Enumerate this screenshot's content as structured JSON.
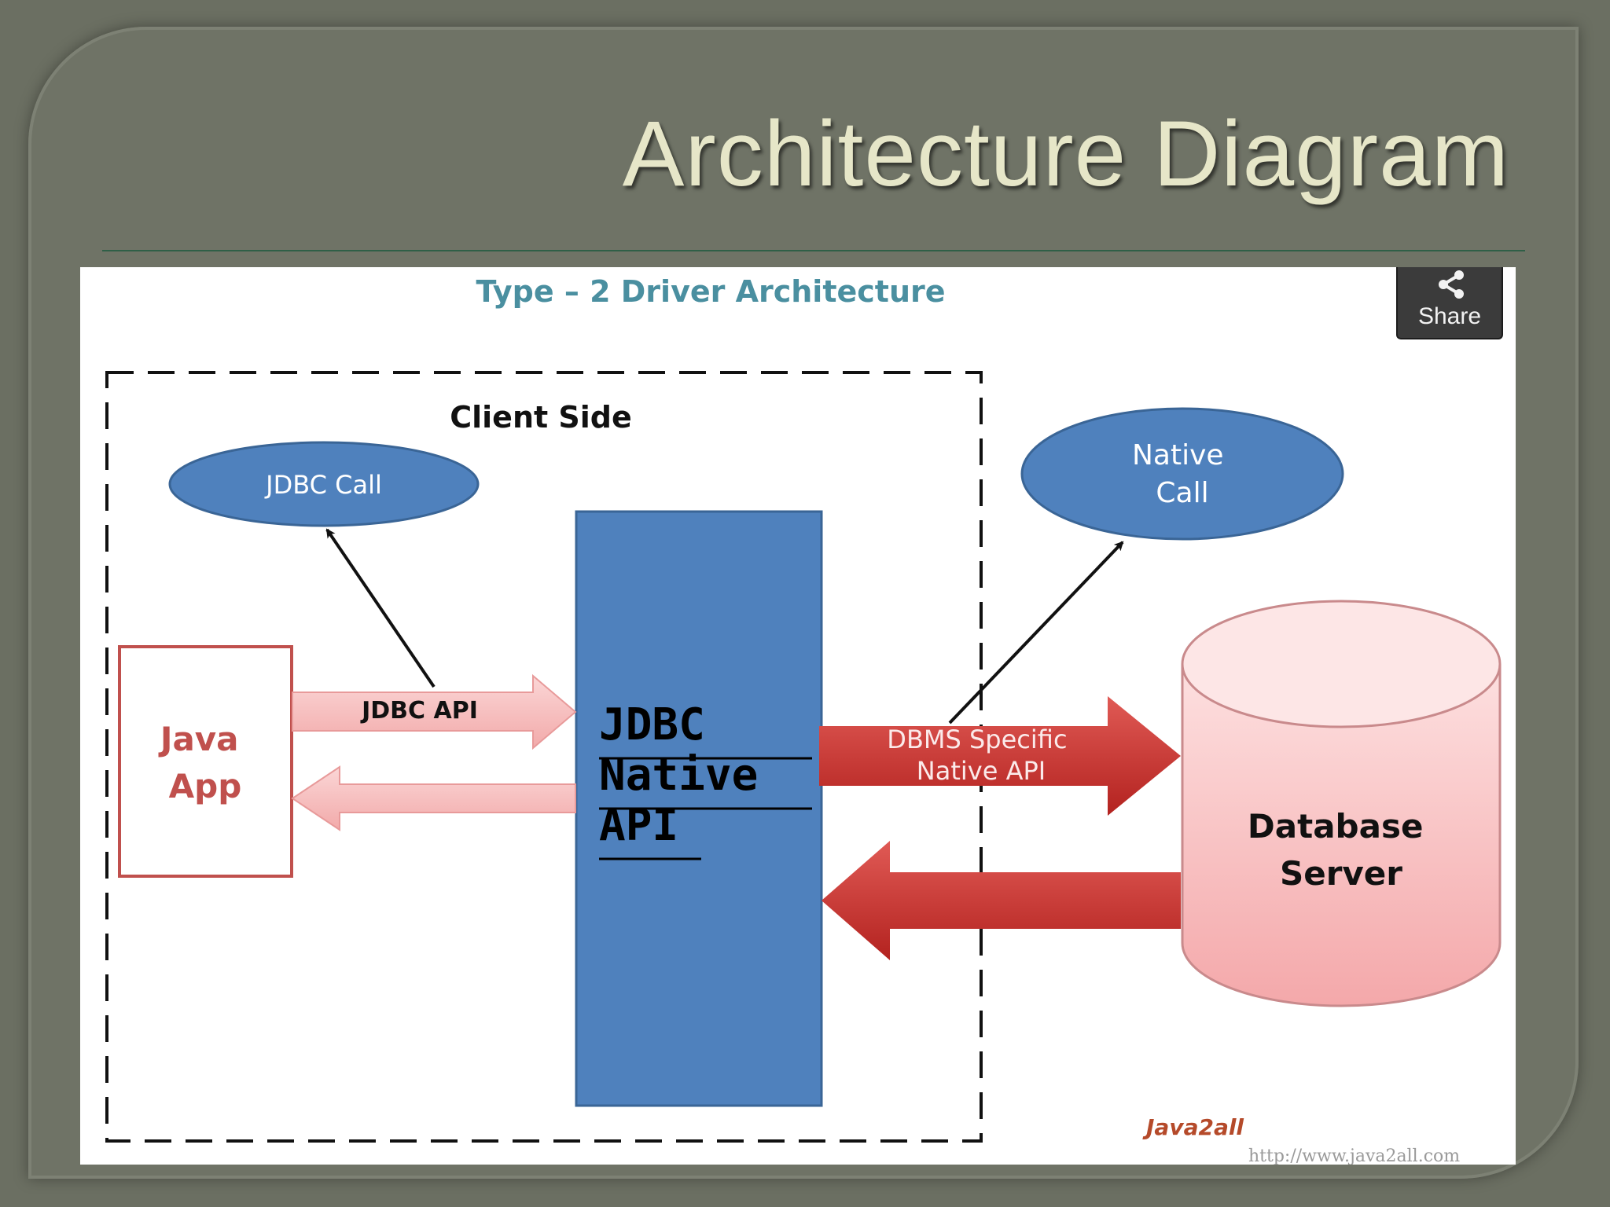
{
  "slide": {
    "title": "Architecture Diagram"
  },
  "diagram": {
    "heading": "Type – 2 Driver Architecture",
    "client_side_label": "Client Side",
    "jdbc_call_label": "JDBC Call",
    "native_call_label": [
      "Native",
      "Call"
    ],
    "java_app_label": [
      "Java",
      "App"
    ],
    "jdbc_api_label": "JDBC API",
    "native_api_block_label": [
      "JDBC",
      "Native",
      "API"
    ],
    "dbms_api_label": [
      "DBMS Specific",
      "Native API"
    ],
    "database_label": [
      "Database",
      "Server"
    ],
    "logo_text": "Java2all",
    "watermark_url": "http://www.java2all.com"
  },
  "share": {
    "label": "Share",
    "icon": "share-icon"
  },
  "colors": {
    "slide_bg": "#6f7366",
    "title": "#e6e6c8",
    "heading": "#4a8fa0",
    "blue": "#4f81bd",
    "java_app_border": "#c0504d",
    "arrow_red": "#c0302c",
    "arrow_pink": "#f6b8b8"
  }
}
